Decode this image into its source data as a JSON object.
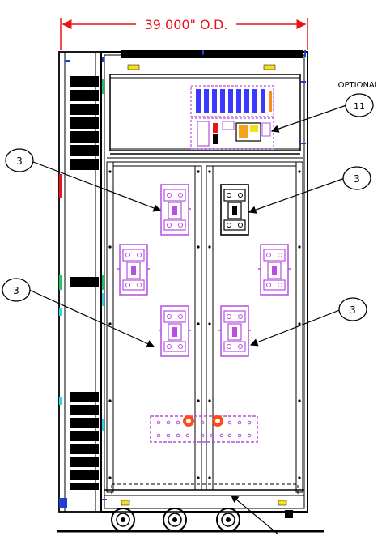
{
  "dimension": {
    "label": "39.000\" O.D.",
    "color": "#e8141c"
  },
  "callouts": [
    {
      "id": "c1",
      "number": "3"
    },
    {
      "id": "c2",
      "number": "3"
    },
    {
      "id": "c3",
      "number": "3"
    },
    {
      "id": "c4",
      "number": "3"
    },
    {
      "id": "c5",
      "number": "11"
    }
  ],
  "optional_label": "OPTIONAL",
  "colors": {
    "line": "#000000",
    "component": "#b44fe0",
    "breaker_fixed": "#000000",
    "terminal": "#ff4a1c",
    "vent": "#000000",
    "marker_red": "#e8141c",
    "marker_green": "#22c55e",
    "marker_cyan": "#2fd3f0",
    "marker_blue": "#1d3fd6",
    "marker_yellow": "#f5e01c",
    "board_blue": "#3b3bff"
  },
  "icons": [
    "caster-wheel-icon",
    "circuit-breaker-icon",
    "terminal-lug-icon"
  ]
}
